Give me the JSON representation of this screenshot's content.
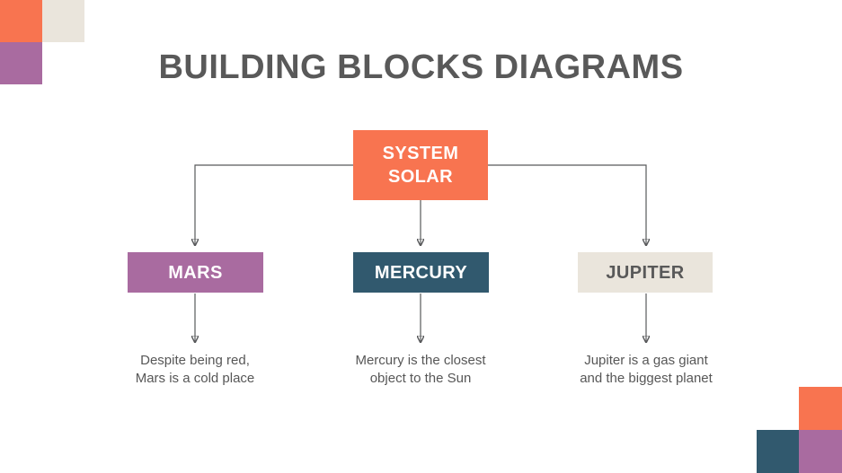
{
  "slide": {
    "title": "BUILDING BLOCKS DIAGRAMS"
  },
  "diagram": {
    "root": {
      "label": "SYSTEM\nSOLAR"
    },
    "children": [
      {
        "label": "MARS",
        "description": "Despite being red,\nMars is a cold place"
      },
      {
        "label": "MERCURY",
        "description": "Mercury is the closest\nobject to the Sun"
      },
      {
        "label": "JUPITER",
        "description": "Jupiter is a gas giant\nand the biggest planet"
      }
    ]
  },
  "colors": {
    "orange": "#F87450",
    "purple": "#A96BA0",
    "teal": "#31596E",
    "beige": "#EAE5DC",
    "title_text": "#595959",
    "body_text": "#575757",
    "line": "#58595B",
    "white_text": "#FFFFFF"
  }
}
